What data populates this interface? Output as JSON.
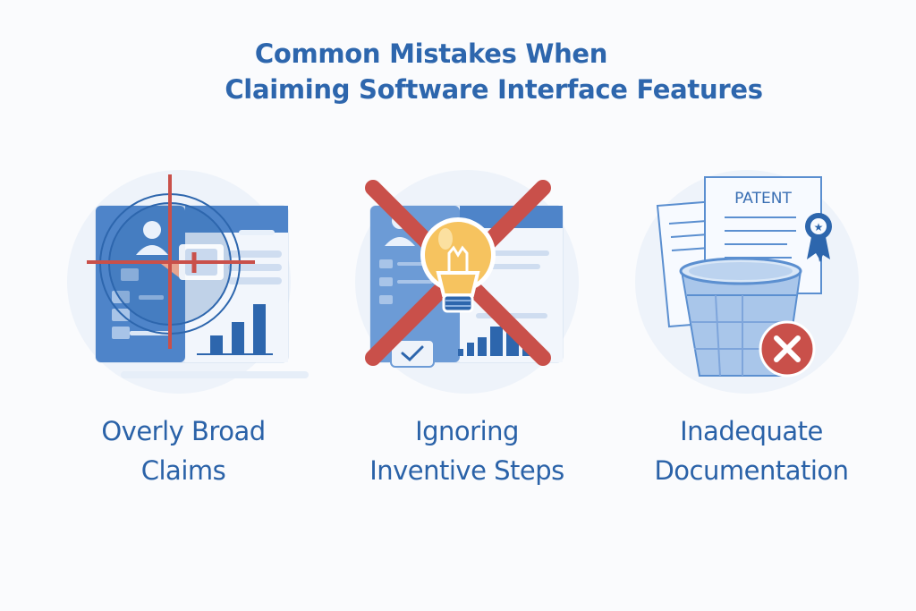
{
  "title": {
    "line1": "Common Mistakes When",
    "line2": "Claiming Software Interface Features"
  },
  "colors": {
    "primary_blue": "#2d66ad",
    "light_blue": "#dce8f6",
    "mid_blue": "#5b8fd0",
    "red_accent": "#c9504a",
    "bulb_yellow": "#f6c35f",
    "background": "#fafbfd"
  },
  "mistakes": [
    {
      "label_line1": "Overly Broad",
      "label_line2": "Claims",
      "icon": "crosshair-target-over-interface-icon"
    },
    {
      "label_line1": "Ignoring",
      "label_line2": "Inventive Steps",
      "icon": "crossed-out-lightbulb-icon"
    },
    {
      "label_line1": "Inadequate",
      "label_line2": "Documentation",
      "icon": "patent-in-trash-icon",
      "document_heading": "PATENT"
    }
  ]
}
